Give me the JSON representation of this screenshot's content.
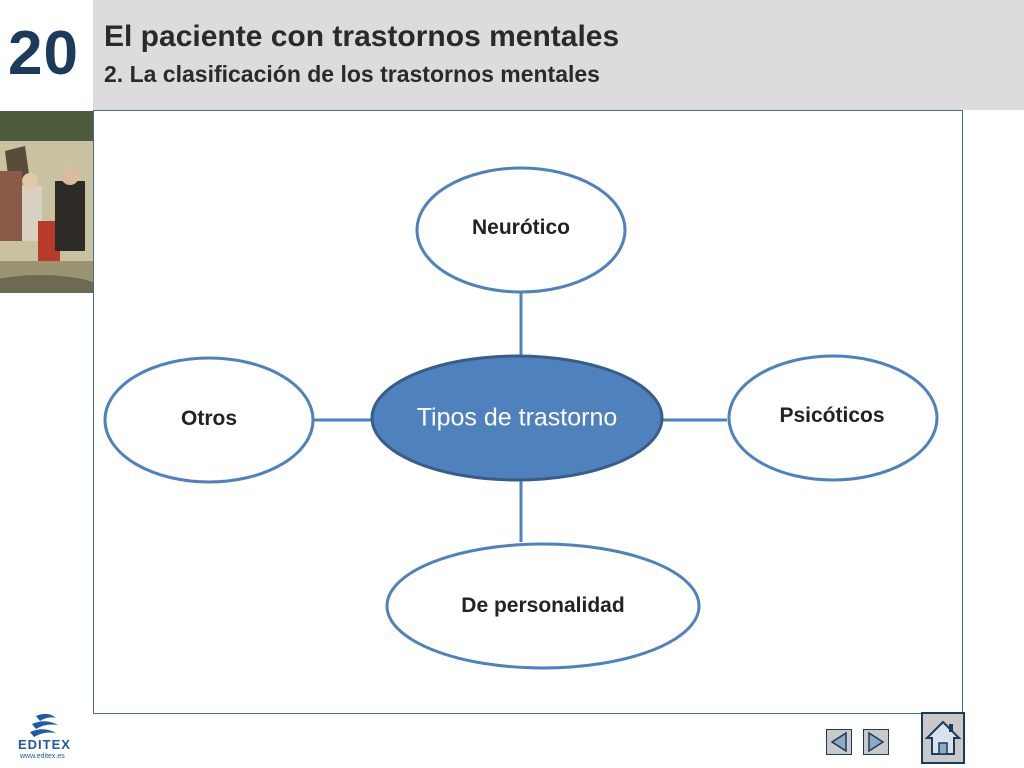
{
  "header": {
    "chapter_number": "20",
    "title": "El paciente con trastornos mentales",
    "subtitle": "2. La clasificación de los trastornos mentales"
  },
  "diagram": {
    "center": "Tipos de trastorno",
    "nodes": {
      "top": "Neurótico",
      "left": "Otros",
      "right": "Psicóticos",
      "bottom": "De personalidad"
    },
    "colors": {
      "center_fill": "#4f81bd",
      "center_stroke": "#385d8a",
      "node_stroke": "#4f81bd",
      "connector": "#4f81bd"
    }
  },
  "footer": {
    "logo_text": "EDITEX",
    "logo_url": "www.editex.es",
    "icons": [
      "previous-arrow-icon",
      "next-arrow-icon",
      "home-icon"
    ]
  }
}
